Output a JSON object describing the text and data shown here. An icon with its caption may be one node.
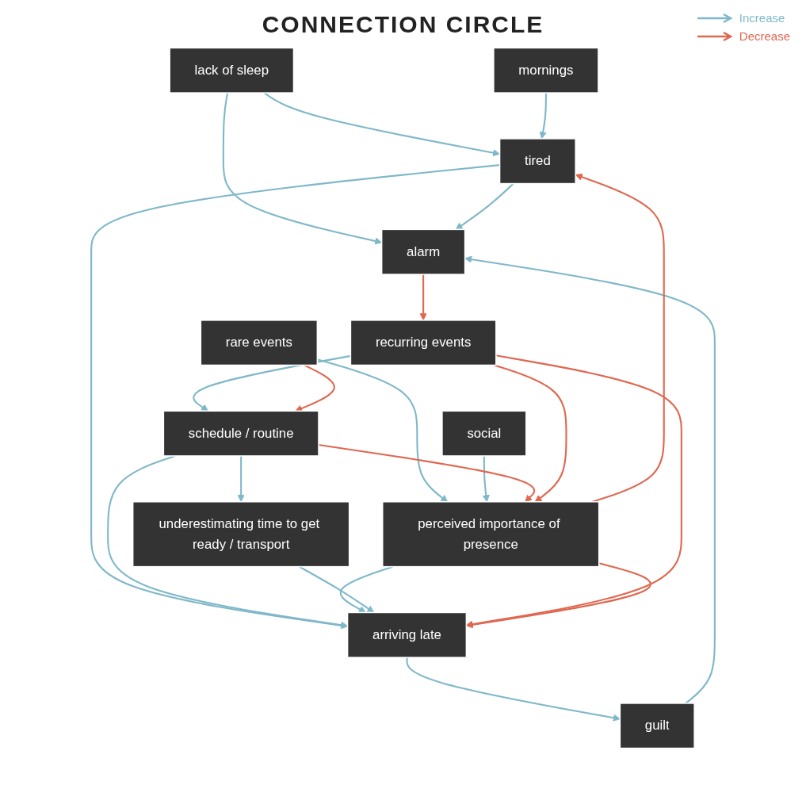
{
  "diagram": {
    "title": "CONNECTION CIRCLE",
    "nodes": [
      {
        "text": [
          "tired"
        ]
      },
      {
        "text": [
          "guilt"
        ]
      },
      {
        "text": [
          "alarm"
        ]
      },
      {
        "text": [
          "lack of sleep"
        ]
      },
      {
        "text": [
          "schedule / routine"
        ]
      },
      {
        "text": [
          "arriving late"
        ]
      },
      {
        "text": [
          "rare events"
        ]
      },
      {
        "text": [
          "mornings"
        ]
      },
      {
        "text": [
          "recurring events"
        ]
      },
      {
        "text": [
          "underestimating time to get ready / transport"
        ]
      },
      {
        "text": [
          "social"
        ]
      },
      {
        "text": [
          "perceived importance of presence"
        ]
      }
    ],
    "edges": [
      {
        "from": 3,
        "to": 0,
        "arrow": "to"
      },
      {
        "from": 3,
        "to": 2,
        "arrow": "to"
      },
      {
        "from": 1,
        "to": 2,
        "arrow": "to"
      },
      {
        "from": 0,
        "to": 2,
        "arrow": "to"
      },
      {
        "from": 5,
        "to": 1,
        "arrow": "to"
      },
      {
        "from": 0,
        "to": 5,
        "arrow": "to"
      },
      {
        "from": 7,
        "to": 0,
        "arrow": "to"
      },
      {
        "from": 4,
        "to": 5,
        "arrow": "to"
      },
      {
        "from": 4,
        "to": 9,
        "arrow": "to"
      },
      {
        "from": 11,
        "to": 5,
        "arrow": "to"
      },
      {
        "from": 9,
        "to": 5,
        "arrow": "to"
      },
      {
        "from": 6,
        "to": 11,
        "arrow": "to"
      },
      {
        "from": 10,
        "to": 11,
        "arrow": "to"
      },
      {
        "from": 8,
        "to": 4,
        "arrow": "to"
      },
      {
        "from": 11,
        "to": 0,
        "arrow": "to",
        "color": "#e0674f"
      },
      {
        "from": 2,
        "to": 8,
        "arrow": "to",
        "color": "#e0674f"
      },
      {
        "from": 4,
        "to": 11,
        "arrow": "to",
        "color": "#e0674f"
      },
      {
        "from": 6,
        "to": 4,
        "arrow": "to",
        "color": "#e0674f"
      },
      {
        "from": 8,
        "to": 11,
        "arrow": "to",
        "color": "#e0674f"
      },
      {
        "from": 8,
        "to": 5,
        "arrow": "to",
        "color": "#e0674f"
      },
      {
        "from": 11,
        "to": 5,
        "arrow": "to",
        "color": "#e0674f"
      }
    ],
    "legend": [
      {
        "text": "Increase",
        "color": "#7fb8c8"
      },
      {
        "text": "Decrease",
        "color": "#e0674f"
      }
    ]
  }
}
